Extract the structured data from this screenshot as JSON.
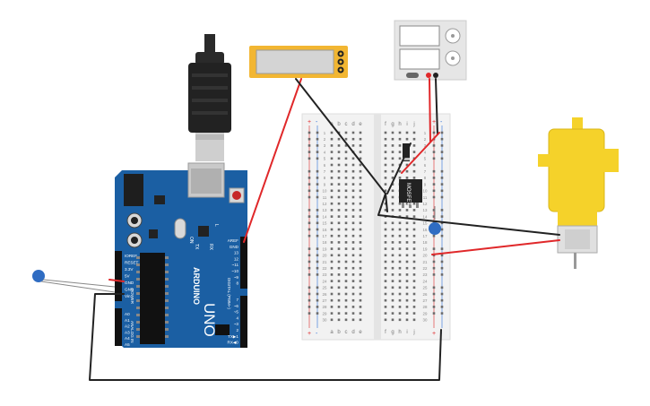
{
  "arduino": {
    "brand": "ARDUINO",
    "model": "UNO",
    "power_header": [
      "IOREF",
      "RESET",
      "3.3V",
      "5V",
      "GND",
      "GND",
      "Vin"
    ],
    "analog_header": [
      "A0",
      "A1",
      "A2",
      "A3",
      "A4",
      "A5"
    ],
    "power_title": "POWER",
    "analog_title": "ANALOG IN",
    "digital_top": [
      "AREF",
      "GND",
      "13",
      "12",
      "~11",
      "~10",
      "~9",
      "8"
    ],
    "digital_bottom": [
      "7",
      "~6",
      "~5",
      "4",
      "~3",
      "2",
      "TX▶1",
      "RX◀0"
    ],
    "digital_title": "DIGITAL (PWM~)",
    "tx_label": "TX",
    "rx_label": "RX",
    "on_label": "ON",
    "l_label": "L"
  },
  "breadboard": {
    "columns_left": [
      "a",
      "b",
      "c",
      "d",
      "e"
    ],
    "columns_right": [
      "f",
      "g",
      "h",
      "i",
      "j"
    ],
    "row_numbers": [
      "1",
      "2",
      "3",
      "4",
      "5",
      "6",
      "7",
      "8",
      "9",
      "10",
      "11",
      "12",
      "13",
      "14",
      "15",
      "16",
      "17",
      "18",
      "19",
      "20",
      "21",
      "22",
      "23",
      "24",
      "25",
      "26",
      "27",
      "28",
      "29",
      "30"
    ],
    "rail_plus": "+",
    "rail_minus": "-"
  },
  "mosfet": {
    "label": "MOSFET"
  },
  "colors": {
    "arduino_blue": "#1b5fa3",
    "wire_red": "#e0282a",
    "wire_black": "#222222",
    "breadboard": "#f2f2f2",
    "motor_yellow": "#f5d22a",
    "multimeter_frame": "#f2b632",
    "capacitor_blue": "#2f6cc2"
  },
  "icons": {
    "usb_cable": "usb-cable-icon",
    "reset_button": "reset-button-icon",
    "dc_motor": "dc-motor-icon",
    "power_supply": "power-supply-icon",
    "multimeter": "multimeter-icon",
    "capacitor": "capacitor-icon",
    "diode": "diode-icon"
  }
}
